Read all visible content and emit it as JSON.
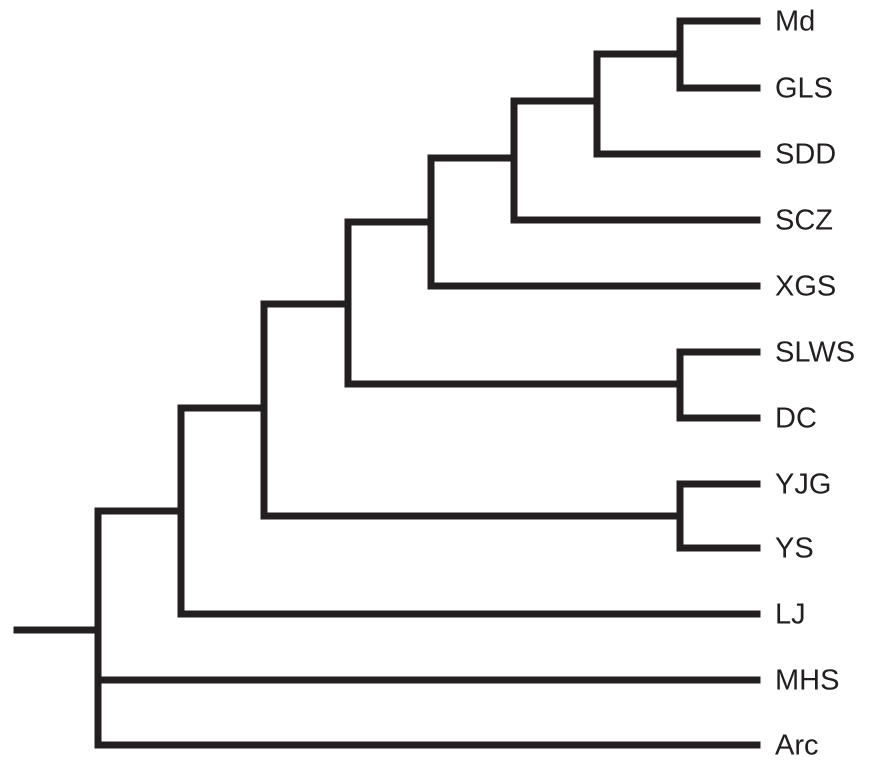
{
  "figure": {
    "stroke_color": "#231f20",
    "text_color": "#231f20",
    "background": "#ffffff"
  },
  "taxa": [
    "Md",
    "GLS",
    "SDD",
    "SCZ",
    "XGS",
    "SLWS",
    "DC",
    "YJG",
    "YS",
    "LJ",
    "MHS",
    "Arc"
  ],
  "tree": {
    "taxa": [
      {
        "label": "Md"
      },
      {
        "label": "GLS"
      },
      {
        "label": "SDD"
      },
      {
        "label": "SCZ"
      },
      {
        "label": "XGS"
      },
      {
        "label": "SLWS"
      },
      {
        "label": "DC"
      },
      {
        "label": "YJG"
      },
      {
        "label": "YS"
      },
      {
        "label": "LJ"
      },
      {
        "label": "MHS"
      },
      {
        "label": "Arc"
      }
    ],
    "topology": "((((((((Md,GLS),SDD),SCZ),XGS),(SLWS,DC)),(YJG,YS)),LJ),MHS,Arc)"
  }
}
